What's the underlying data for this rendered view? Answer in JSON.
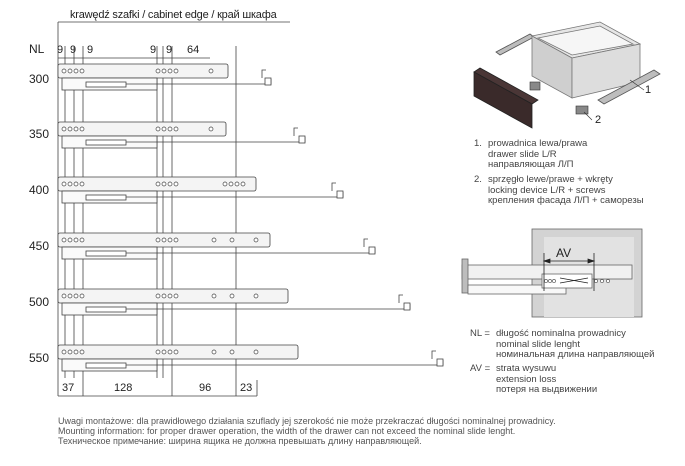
{
  "header": {
    "cabinet_edge": "krawędź szafki / cabinet edge / край шкафа"
  },
  "nl_label": "NL",
  "top_dims": [
    "9",
    "9",
    "9",
    "9",
    "9",
    "64"
  ],
  "bottom_dims": [
    "37",
    "128",
    "96",
    "23"
  ],
  "rows": [
    {
      "nl": "300"
    },
    {
      "nl": "350"
    },
    {
      "nl": "400"
    },
    {
      "nl": "450"
    },
    {
      "nl": "500"
    },
    {
      "nl": "550"
    }
  ],
  "part_callouts": [
    "1",
    "2"
  ],
  "legend_parts": [
    {
      "num": "1.",
      "pl": "prowadnica lewa/prawa",
      "en": "drawer slide L/R",
      "ru": "направляющая Л/П"
    },
    {
      "num": "2.",
      "pl": "sprzęgło lewe/prawe + wkręty",
      "en": "locking device L/R + screws",
      "ru": "крепления фасада Л/П + саморезы"
    }
  ],
  "av_label": "AV",
  "legend_terms": [
    {
      "key": "NL =",
      "pl": "długość nominalna prowadnicy",
      "en": "nominal slide lenght",
      "ru": "номинальная длина направляющей"
    },
    {
      "key": "AV =",
      "pl": "strata wysuwu",
      "en": "extension loss",
      "ru": "потеря на выдвижении"
    }
  ],
  "notes": [
    "Uwagi montażowe: dla prawidłowego działania szuflady jej szerokość nie może przekraczać długości nominalnej prowadnicy.",
    "Mounting information: for proper drawer operation, the width of the drawer can not exceed the nominal slide lenght.",
    "Техническое примечание: ширина ящика не должна превышать длину направляющей."
  ],
  "colors": {
    "line": "#444444",
    "bracket": "#777777",
    "panel": "#3a2a2a",
    "box": "#d8d8d8",
    "cabinet": "#cfcfcf"
  }
}
